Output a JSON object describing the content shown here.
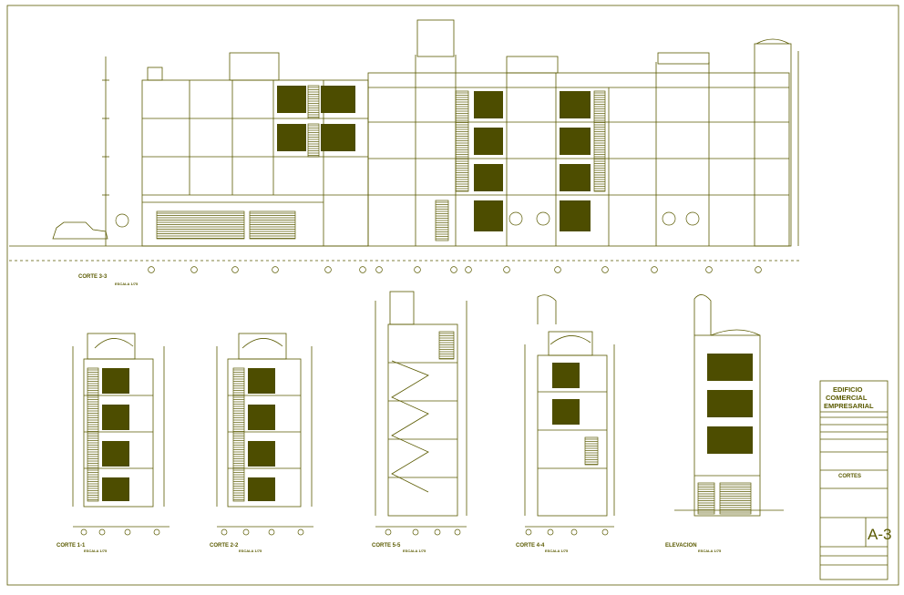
{
  "colors": {
    "line": "#5a5a00",
    "fill": "#4d4d00",
    "paper": "#ffffff"
  },
  "sections": {
    "main_label": "CORTE 3-3",
    "main_scale": "ESCALA 1/75",
    "s11_label": "CORTE 1-1",
    "s11_scale": "ESCALA 1/75",
    "s22_label": "CORTE 2-2",
    "s22_scale": "ESCALA 1/75",
    "s55_label": "CORTE 5-5",
    "s55_scale": "ESCALA 1/75",
    "s44_label": "CORTE 4-4",
    "s44_scale": "ESCALA 1/75",
    "elev_label": "ELEVACION",
    "elev_scale": "ESCALA 1/75"
  },
  "title_block": {
    "project_line1": "EDIFICIO",
    "project_line2": "COMERCIAL",
    "project_line3": "EMPRESARIAL",
    "sheet_title": "CORTES",
    "sheet_number": "A-3"
  }
}
